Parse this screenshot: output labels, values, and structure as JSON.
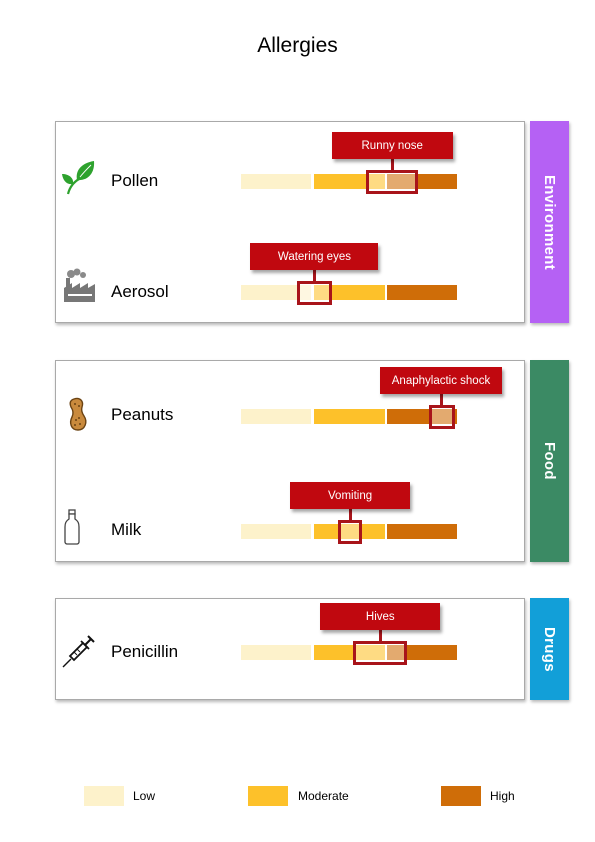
{
  "title": "Allergies",
  "colors": {
    "low": "#fdf2cb",
    "moderate": "#fdc12a",
    "high": "#cf6d08",
    "marker": "#a8141a",
    "callout": "#c0080f"
  },
  "groups": [
    {
      "name": "Environment",
      "color": "#b561f4"
    },
    {
      "name": "Food",
      "color": "#3b8a64"
    },
    {
      "name": "Drugs",
      "color": "#129fd8"
    }
  ],
  "allergens": [
    {
      "name": "Pollen",
      "icon": "leaf-icon",
      "group": "Environment",
      "symptom": "Runny nose",
      "severity_range": [
        0.58,
        0.82
      ]
    },
    {
      "name": "Aerosol",
      "icon": "factory-icon",
      "group": "Environment",
      "symptom": "Watering eyes",
      "severity_range": [
        0.26,
        0.42
      ]
    },
    {
      "name": "Peanuts",
      "icon": "peanut-icon",
      "group": "Food",
      "symptom": "Anaphylactic shock",
      "severity_range": [
        0.87,
        0.99
      ]
    },
    {
      "name": "Milk",
      "icon": "milk-bottle-icon",
      "group": "Food",
      "symptom": "Vomiting",
      "severity_range": [
        0.45,
        0.56
      ]
    },
    {
      "name": "Penicillin",
      "icon": "syringe-icon",
      "group": "Drugs",
      "symptom": "Hives",
      "severity_range": [
        0.52,
        0.77
      ]
    }
  ],
  "legend": [
    {
      "label": "Low"
    },
    {
      "label": "Moderate"
    },
    {
      "label": "High"
    }
  ]
}
